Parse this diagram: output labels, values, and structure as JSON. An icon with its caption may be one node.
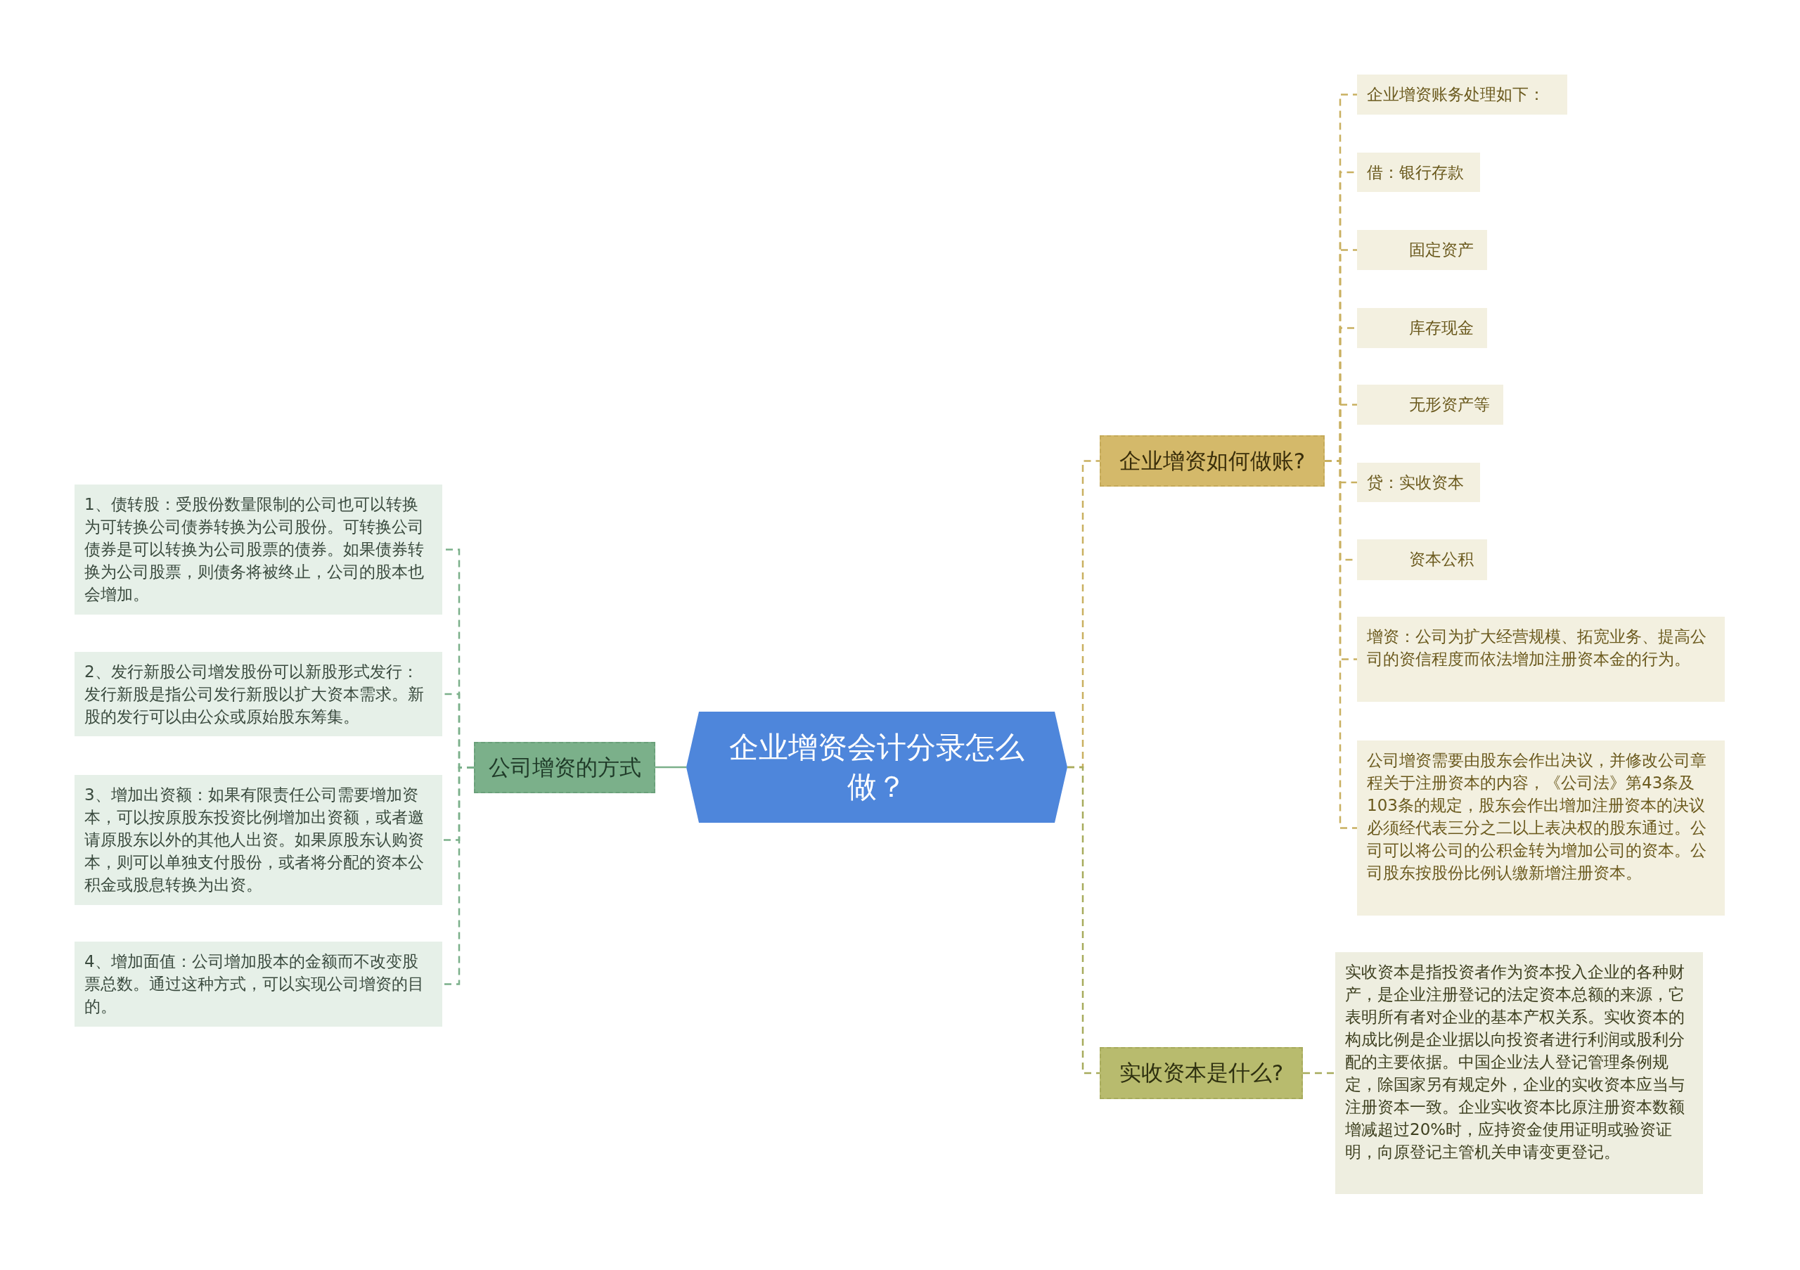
{
  "diagram": {
    "nodes": [
      {
        "text": [
          "企业增资会计分录怎么做？"
        ]
      },
      {
        "text": [
          "公司增资的方式"
        ]
      },
      {
        "text": [
          "1、债转股：受股份数量限制的公司也可以转换为可转换公司债券转换为公司股份。可转换公司债券是可以转换为公司股票的债券。如果债券转换为公司股票，则债务将被终止，公司的股本也会增加。"
        ]
      },
      {
        "text": [
          "2、发行新股公司增发股份可以新股形式发行：发行新股是指公司发行新股以扩大资本需求。新股的发行可以由公众或原始股东筹集。"
        ]
      },
      {
        "text": [
          "3、增加出资额：如果有限责任公司需要增加资本，可以按原股东投资比例增加出资额，或者邀请原股东以外的其他人出资。如果原股东认购资本，则可以单独支付股份，或者将分配的资本公积金或股息转换为出资。"
        ]
      },
      {
        "text": [
          "4、增加面值：公司增加股本的金额而不改变股票总数。通过这种方式，可以实现公司增资的目的。"
        ]
      },
      {
        "text": [
          "企业增资如何做账?"
        ]
      },
      {
        "text": [
          "企业增资账务处理如下："
        ]
      },
      {
        "text": [
          "借：银行存款"
        ]
      },
      {
        "text": [
          "固定资产"
        ]
      },
      {
        "text": [
          "库存现金"
        ]
      },
      {
        "text": [
          "无形资产等"
        ]
      },
      {
        "text": [
          "贷：实收资本"
        ]
      },
      {
        "text": [
          "资本公积"
        ]
      },
      {
        "text": [
          "增资：公司为扩大经营规模、拓宽业务、提高公司的资信程度而依法增加注册资本金的行为。"
        ]
      },
      {
        "text": [
          "公司增资需要由股东会作出决议，并修改公司章程关于注册资本的内容，《公司法》第43条及103条的规定，股东会作出增加注册资本的决议必须经代表三分之二以上表决权的股东通过。公司可以将公司的公积金转为增加公司的资本。公司股东按股份比例认缴新增注册资本。"
        ]
      },
      {
        "text": [
          "实收资本是什么?"
        ]
      },
      {
        "text": [
          "实收资本是指投资者作为资本投入企业的各种财产，是企业注册登记的法定资本总额的来源，它表明所有者对企业的基本产权关系。实收资本的构成比例是企业据以向投资者进行利润或股利分配的主要依据。中国企业法人登记管理条例规定，除国家另有规定外，企业的实收资本应当与注册资本一致。企业实收资本比原注册资本数额增减超过20%时，应持资金使用证明或验资证明，向原登记主管机关申请变更登记。"
        ]
      }
    ],
    "edges": [
      {
        "from": 0,
        "to": 1,
        "arrow": "none",
        "color": "#7bb08a"
      },
      {
        "from": 1,
        "to": 2,
        "arrow": "none",
        "style": "dashed",
        "color": "#7bb08a"
      },
      {
        "from": 1,
        "to": 3,
        "arrow": "none",
        "style": "dashed",
        "color": "#7bb08a"
      },
      {
        "from": 1,
        "to": 4,
        "arrow": "none",
        "style": "dashed",
        "color": "#7bb08a"
      },
      {
        "from": 1,
        "to": 5,
        "arrow": "none",
        "style": "dashed",
        "color": "#7bb08a"
      },
      {
        "from": 0,
        "to": 6,
        "arrow": "none",
        "style": "dashed"
      },
      {
        "from": 6,
        "to": 7,
        "arrow": "none",
        "style": "dashed"
      },
      {
        "from": 6,
        "to": 8,
        "arrow": "none",
        "style": "dashed"
      },
      {
        "from": 6,
        "to": 9,
        "arrow": "none",
        "style": "dashed"
      },
      {
        "from": 6,
        "to": 10,
        "arrow": "none",
        "style": "dashed"
      },
      {
        "from": 6,
        "to": 11,
        "arrow": "none",
        "style": "dashed"
      },
      {
        "from": 6,
        "to": 12,
        "arrow": "none",
        "style": "dashed"
      },
      {
        "from": 6,
        "to": 13,
        "arrow": "none",
        "style": "dashed"
      },
      {
        "from": 6,
        "to": 14,
        "arrow": "none",
        "style": "dashed"
      },
      {
        "from": 6,
        "to": 15,
        "arrow": "none",
        "style": "dashed"
      },
      {
        "from": 0,
        "to": 16,
        "arrow": "none",
        "style": "dashed",
        "color": "#a7ab5c"
      },
      {
        "from": 16,
        "to": 17,
        "arrow": "none",
        "style": "dashed",
        "color": "#a7ab5c"
      }
    ]
  }
}
